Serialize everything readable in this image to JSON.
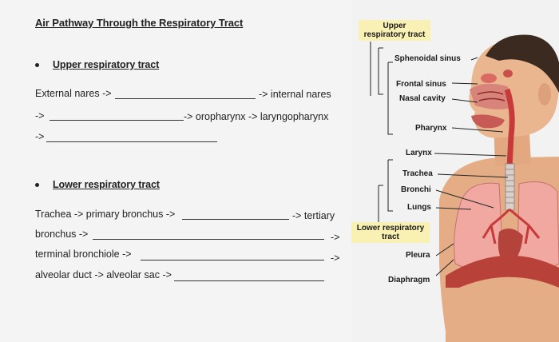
{
  "worksheet": {
    "title": "Air Pathway Through the Respiratory Tract",
    "upper": {
      "heading": "Upper respiratory tract",
      "line1_start": "External nares ->",
      "line1_end": "-> internal nares",
      "line2_start": "->",
      "line2_end": "-> oropharynx -> laryngopharynx",
      "line3_start": "->"
    },
    "lower": {
      "heading": "Lower respiratory tract",
      "line1_start": "Trachea -> primary bronchus ->",
      "line1_end": "-> tertiary",
      "line2_start": "bronchus ->",
      "line2_end": "->",
      "line3_start": "terminal bronchiole ->",
      "line3_end": "->",
      "line4_start": "alveolar duct -> alveolar sac ->"
    }
  },
  "diagram": {
    "upper_group": "Upper respiratory tract",
    "lower_group": "Lower respiratory tract",
    "labels": {
      "sphenoidal": "Sphenoidal sinus",
      "frontal": "Frontal sinus",
      "nasal": "Nasal cavity",
      "pharynx": "Pharynx",
      "larynx": "Larynx",
      "trachea": "Trachea",
      "bronchi": "Bronchi",
      "lungs": "Lungs",
      "pleura": "Pleura",
      "diaphragm": "Diaphragm"
    },
    "colors": {
      "group_label_bg": "#f9f0b4",
      "skin": "#e8b48c",
      "lung": "#f0a8a0",
      "airway": "#c73a3a",
      "diaphragm": "#b8423a"
    }
  }
}
